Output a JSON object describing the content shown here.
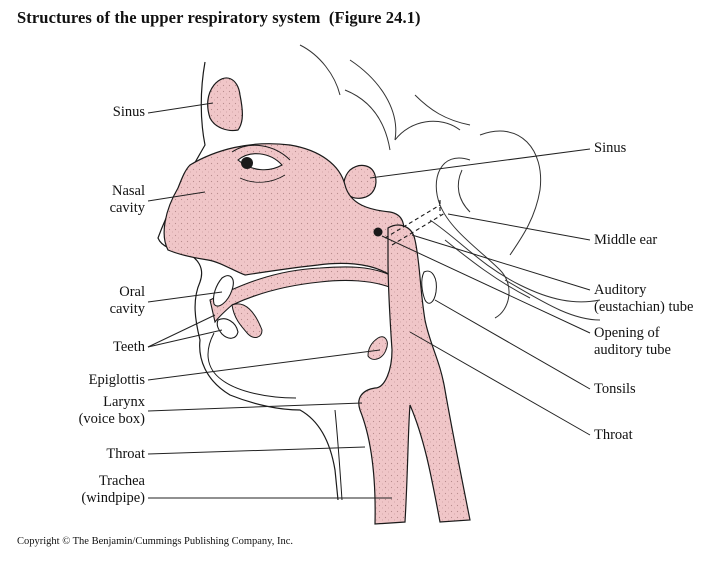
{
  "title": "Structures of the upper respiratory system",
  "figure_ref": "(Figure 24.1)",
  "labels_left": {
    "sinus": "Sinus",
    "nasal_cavity": [
      "Nasal",
      "cavity"
    ],
    "oral_cavity": [
      "Oral",
      "cavity"
    ],
    "teeth": "Teeth",
    "epiglottis": "Epiglottis",
    "larynx": [
      "Larynx",
      "(voice box)"
    ],
    "throat": "Throat",
    "trachea": [
      "Trachea",
      "(windpipe)"
    ]
  },
  "labels_right": {
    "sinus": "Sinus",
    "middle_ear": "Middle ear",
    "auditory_tube": [
      "Auditory",
      "(eustachian) tube"
    ],
    "opening_auditory_tube": [
      "Opening of",
      "auditory tube"
    ],
    "tonsils": "Tonsils",
    "throat": "Throat"
  },
  "copyright": "Copyright © The Benjamin/Cummings Publishing Company, Inc.",
  "colors": {
    "tissue": "#f0c6c8",
    "stroke": "#1a1a1a",
    "leader": "#222222"
  }
}
